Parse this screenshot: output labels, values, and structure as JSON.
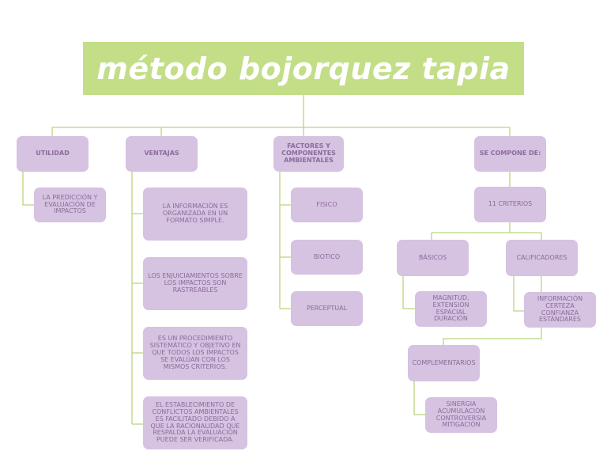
{
  "title": "método bojorquez tapia",
  "colors": {
    "title_bg": "#c3de86",
    "title_text": "#ffffff",
    "node_bg": "#d6c2e1",
    "node_text": "#8a6d9b",
    "connector": "#b9d57e"
  },
  "branches": {
    "utilidad": {
      "label": "UTILIDAD",
      "items": [
        "LA PREDICCIÓN Y EVALUACIÓN DE IMPACTOS"
      ]
    },
    "ventajas": {
      "label": "VENTAJAS",
      "items": [
        "LA INFORMACIÓN ES ORGANIZADA EN UN FORMATO SIMPLE.",
        "LOS ENJUICIAMIENTOS SOBRE LOS IMPACTOS SON RASTREABLES",
        "ES UN PROCEDIMIENTO SISTEMÁTICO Y OBJETIVO EN QUE TODOS LOS IMPACTOS SE EVALÚAN CON LOS MISMOS CRITERIOS.",
        "EL ESTABLECIMIENTO DE CONFLICTOS AMBIENTALES ES FACILITADO DEBIDO A QUE LA RACIONALIDAD QUE RESPALDA LA EVALUACIÓN PUEDE SER VERIFICADA."
      ]
    },
    "factores": {
      "label": "FACTORES Y COMPONENTES AMBIENTALES",
      "items": [
        "FISICO",
        "BIOTICO",
        "PERCEPTUAL"
      ]
    },
    "compone": {
      "label": "SE COMPONE DE:",
      "criterios": "11 CRITERIOS",
      "basicos": {
        "label": "BÁSICOS",
        "detail": "MAGNITUD, EXTENSIÓN ESPACIAL DURACIÓN"
      },
      "calificadores": {
        "label": "CALIFICADORES",
        "detail": "INFORMACIÓN CERTEZA CONFIANZA ESTÁNDARES"
      },
      "complementarios": {
        "label": "COMPLEMENTARIOS",
        "detail": "SINERGIA ACUMULACIÓN CONTROVERSIA MITIGACIÓN"
      }
    }
  }
}
